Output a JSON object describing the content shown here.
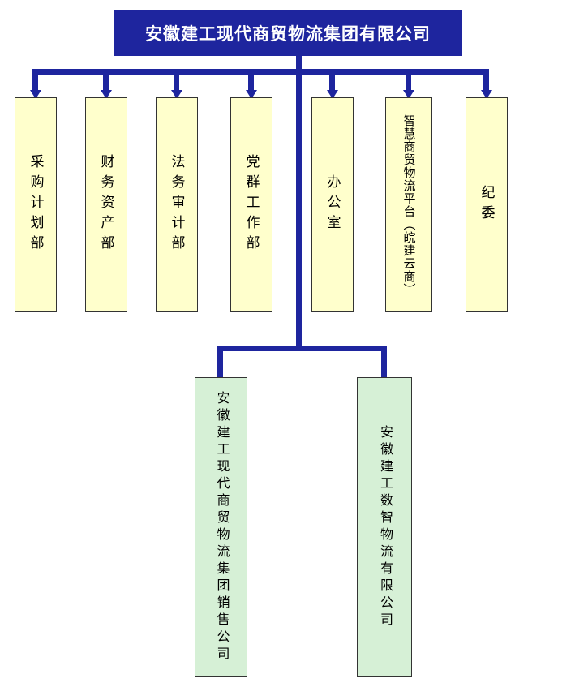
{
  "header": {
    "title": "安徽建工现代商贸物流集团有限公司"
  },
  "departments": [
    {
      "label": "采购计划部"
    },
    {
      "label": "财务资产部"
    },
    {
      "label": "法务审计部"
    },
    {
      "label": "党群工作部"
    },
    {
      "label": "办公室"
    },
    {
      "label": "智慧商贸物流平台（皖建云商）"
    },
    {
      "label": "纪委"
    }
  ],
  "subsidiaries": [
    {
      "label": "安徽建工现代商贸物流集团销售公司"
    },
    {
      "label": "安徽建工数智物流有限公司"
    }
  ],
  "colors": {
    "connector": "#1e259e",
    "root_fill": "#1e259e",
    "root_text": "#ffffff",
    "department_fill": "#ffffcc",
    "subsidiary_fill": "#d6f0d6",
    "border": "#333333"
  }
}
